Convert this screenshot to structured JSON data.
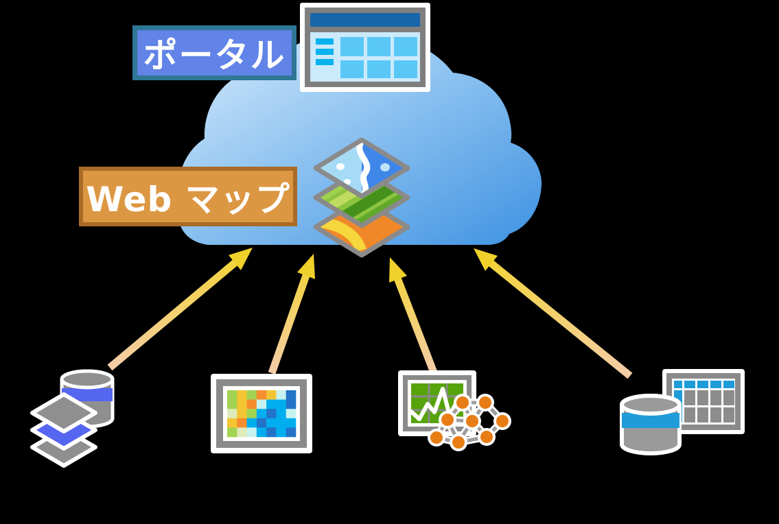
{
  "labels": {
    "portal": {
      "text": "ポータル",
      "bg": "#6283E7",
      "border": "#2E7796",
      "text_color": "#FFFFFF"
    },
    "webmap": {
      "text": "Web マップ",
      "bg": "#DC9743",
      "border": "#A96B26",
      "text_color": "#FFFFFF"
    }
  },
  "cloud": {
    "gradient_top_left": "#D9ECFB",
    "gradient_mid": "#90C4F1",
    "gradient_bottom_right": "#3E92E2"
  },
  "arrows": {
    "count": 4,
    "direction": "up-toward-cloud",
    "tail_color": "#F5CDA9",
    "head_color": "#F0D02A"
  },
  "icons": {
    "portal_window": {
      "frame": "#7F7F7F",
      "titlebar": "#1866AA",
      "content_bg": "#CBEAFC",
      "menu_bar": "#08B2EF",
      "tile": "#5AC8F6",
      "menu_bars_count": 3,
      "tiles_count": 6
    },
    "web_map_layers": {
      "border": "#8A8A8A",
      "layer_count": 3,
      "imagery_blue": "#3F86E9",
      "imagery_light": "#A6DBF5",
      "land_green": "#8CC440",
      "land_green_dark": "#45911C",
      "land_green_pale": "#C0DC60",
      "basemap_orange": "#F0882A",
      "road_yellow": "#F6D73C"
    },
    "geodatabase": {
      "gray": "#8F8F8F",
      "accent_blue": "#5566F0",
      "layer_count": 3
    },
    "raster_map": {
      "frame": "#8A8A8A",
      "palette": {
        "g": "#A3D352",
        "pg": "#E0EBBB",
        "y": "#F3C532",
        "o": "#F68D2E",
        "pc": "#C6F2F0",
        "c": "#00AEEF",
        "db": "#2373C8"
      },
      "grid": [
        [
          "g",
          "y",
          "g",
          "o",
          "y",
          "pc",
          "db"
        ],
        [
          "g",
          "y",
          "o",
          "pc",
          "c",
          "c",
          "db"
        ],
        [
          "pg",
          "y",
          "g",
          "c",
          "db",
          "c",
          "pc"
        ],
        [
          "y",
          "o",
          "c",
          "db",
          "c",
          "c",
          "c"
        ],
        [
          "g",
          "pg",
          "pc",
          "c",
          "db",
          "c",
          "db"
        ]
      ]
    },
    "chart_network": {
      "chart_green": "#57A30B",
      "grid_gray": "#8A8A8A",
      "line_color": "#FFFFFF",
      "node_orange": "#E87D15",
      "edge_gray": "#9E9E9E",
      "node_count": 8
    },
    "database_table": {
      "gray": "#9A9A9A",
      "accent_cyan": "#1E9CD8",
      "columns": 5,
      "rows": 3
    }
  }
}
